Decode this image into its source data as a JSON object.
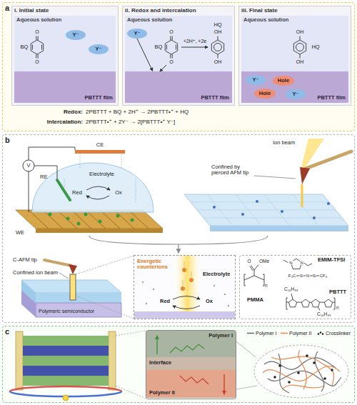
{
  "diagram": {
    "nodes": [
      {
        "text": [
          "a"
        ]
      },
      {
        "text": [
          "i. Initial state"
        ],
        "in": 0
      },
      {
        "text": [
          "Aqueous solution"
        ],
        "in": 1
      },
      {
        "text": [
          "Y⁻"
        ],
        "in": 2
      },
      {
        "text": [
          "Y⁻"
        ],
        "in": 2
      },
      {
        "text": [
          "PBTTT film"
        ],
        "in": 1
      },
      {
        "text": [
          "ii. Redox and intercalation"
        ],
        "in": 0
      },
      {
        "text": [
          "Aqueous solution"
        ],
        "in": 6
      },
      {
        "text": [
          "Y⁻"
        ],
        "in": 7
      },
      {
        "text": [
          "PBTTT film"
        ],
        "in": 6
      },
      {
        "text": [
          "iii. Final state"
        ],
        "in": 0
      },
      {
        "text": [
          "Aqueous solution"
        ],
        "in": 10
      },
      {
        "text": [
          "PBTTT film"
        ],
        "in": 10
      },
      {
        "text": [
          "Y⁻"
        ],
        "in": 12
      },
      {
        "text": [
          "Hole"
        ],
        "in": 12
      },
      {
        "text": [
          "Hole"
        ],
        "in": 12
      },
      {
        "text": [
          "Y⁻"
        ],
        "in": 12
      },
      {
        "text": [
          "b"
        ]
      },
      {
        "text": [
          "Energetic counterions",
          "Electrolyte",
          "Red",
          "Ox"
        ],
        "in": 17
      },
      {
        "text": [
          "PMMA",
          "EMIM-TFSI",
          "PBTTT"
        ],
        "in": 17
      },
      {
        "text": [
          "c"
        ]
      },
      {
        "text": [
          "Polymer I"
        ],
        "in": 20
      },
      {
        "text": [
          "Interface"
        ],
        "in": 20
      },
      {
        "text": [
          "Polymer II"
        ],
        "in": 20
      }
    ],
    "edges": [
      {
        "from": 8,
        "to": 9,
        "arrow": "to"
      }
    ],
    "labels": [
      "BQ",
      "O",
      "O",
      "BQ",
      "O",
      "O",
      "+2H⁺, +2e",
      "HQ",
      "OH",
      "OH",
      "HQ",
      "OH",
      "OH",
      "Redox:",
      "2PBTTT + BQ + 2H⁺ → 2PBTTT•⁺ + HQ",
      "Intercalation:",
      "2PBTTT•⁺ + 2Y⁻ → 2[PBTTT•⁺ Y⁻]",
      "CE",
      "V",
      "RE",
      "Electrolyte",
      "Red",
      "Ox",
      "WE",
      "Ion beam",
      "Confined by pierced AFM tip",
      "C-AFM tip",
      "Confined ion beam",
      "Polymeric semiconductor",
      "O",
      "OMe",
      "n",
      "N",
      "N",
      "F₃C",
      "S",
      "N",
      "S",
      "CF₃",
      "C₁₆H₃₃",
      "C₁₆H₃₃",
      "n"
    ],
    "legend": [
      {
        "text": "Polymer I"
      },
      {
        "text": "Polymer II"
      },
      {
        "text": "Crosslinker"
      }
    ]
  }
}
